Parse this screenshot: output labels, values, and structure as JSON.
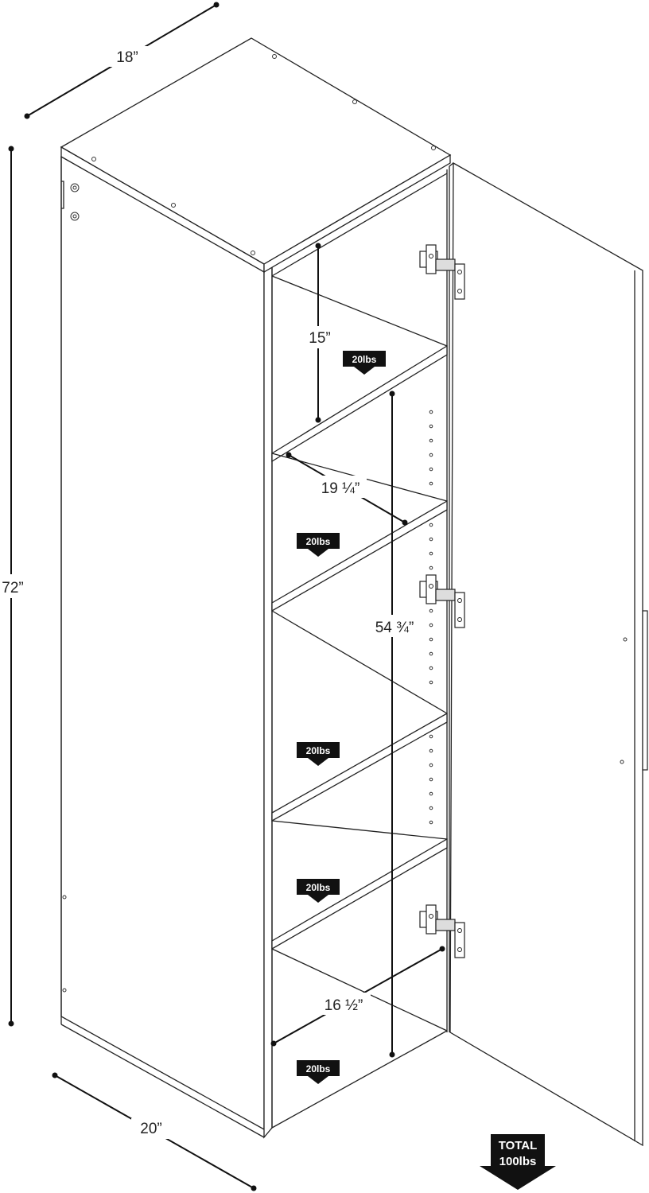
{
  "dimensions": {
    "width": "18”",
    "height": "72”",
    "depth": "20”",
    "top_opening": "15”",
    "shelf_depth": "19 ¼”",
    "interior_height": "54 ¾”",
    "bottom_depth": "16 ½”"
  },
  "shelf_load_label": "20lbs",
  "total_load": {
    "line1": "TOTAL",
    "line2": "100lbs"
  },
  "colors": {
    "line": "#222222",
    "badge": "#111111",
    "background": "#ffffff"
  }
}
